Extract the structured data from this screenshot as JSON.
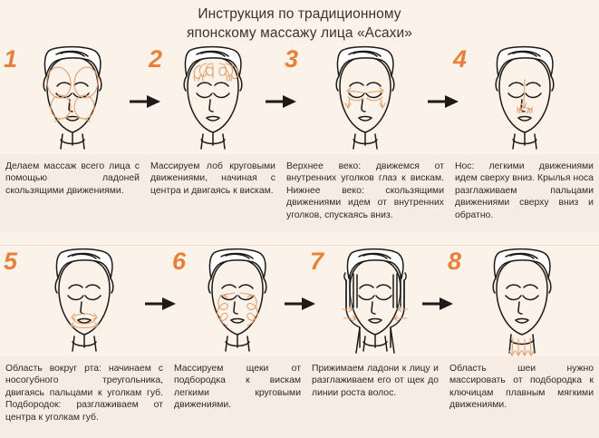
{
  "title": "Инструкция по традиционному\nяпонскому массажу лица «Асахи»",
  "title_line1": "Инструкция по традиционному",
  "title_line2": "японскому массажу лица «Асахи»",
  "colors": {
    "background": "#fbf2e9",
    "text_band": "#f7ece4",
    "number_orange": "#e8803a",
    "line_dark": "#1d1a18",
    "guide_orange": "#e0a270",
    "body_text": "#2f2a27"
  },
  "steps": [
    {
      "number": "1",
      "icon": "face-full-massage-icon",
      "text": "Делаем массаж всего лица с помощью ладоней скользящими движениями."
    },
    {
      "number": "2",
      "icon": "face-forehead-circles-icon",
      "text": "Массируем лоб круговыми движениями, начиная с центра и двигаясь к вискам."
    },
    {
      "number": "3",
      "icon": "face-eyelid-arrows-icon",
      "text": "Верхнее веко: движемся от внутренних уголков глаз к вискам. Нижнее веко: скользящими движениями идем от внутренних уголков, спускаясь вниз."
    },
    {
      "number": "4",
      "icon": "face-nose-arrows-icon",
      "text": "Нос: легкими движениями идем сверху вниз. Крылья носа разглаживаем пальцами движениями сверху вниз и обратно."
    },
    {
      "number": "5",
      "icon": "face-mouth-area-icon",
      "text": "Область вокруг рта: начинаем с носогубного треугольника, двигаясь пальцами к уголкам губ. Подбородок: разглаживаем от центра к уголкам губ."
    },
    {
      "number": "6",
      "icon": "face-cheeks-loops-icon",
      "text": "Массируем щеки от подбородка к вискам легкими круговыми движениями."
    },
    {
      "number": "7",
      "icon": "face-palms-press-icon",
      "text": "Прижимаем ладони к лицу и разглаживаем его от щек до линии роста волос."
    },
    {
      "number": "8",
      "icon": "face-neck-arrows-icon",
      "text": "Область шеи нужно массировать от подбородка к ключицам плавным мягкими движениями."
    }
  ],
  "arrows": {
    "icon": "arrow-right-icon",
    "count_row1": 3,
    "count_row2": 3
  }
}
